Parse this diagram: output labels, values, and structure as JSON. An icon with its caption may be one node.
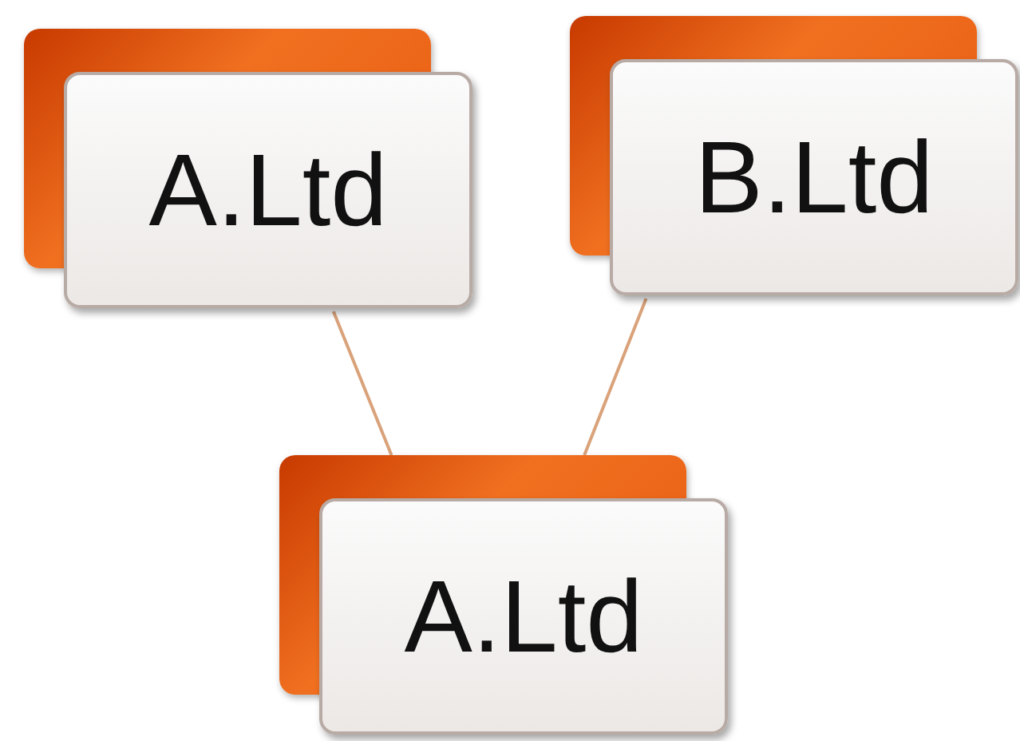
{
  "diagram": {
    "nodes": [
      {
        "text": [
          "A.Ltd"
        ]
      },
      {
        "text": [
          "B.Ltd"
        ]
      },
      {
        "text": [
          "A.Ltd"
        ]
      }
    ],
    "edges": [
      {
        "from": 0,
        "to": 2,
        "arrow": "none"
      },
      {
        "from": 1,
        "to": 2,
        "arrow": "none"
      }
    ]
  }
}
